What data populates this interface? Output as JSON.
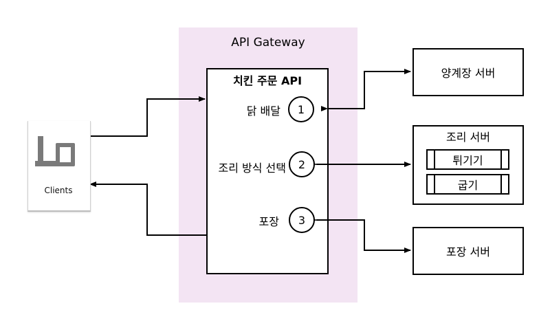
{
  "gateway": {
    "title": "API Gateway"
  },
  "api": {
    "title": "치킨 주문 API",
    "steps": [
      {
        "number": "1",
        "label": "닭 배달"
      },
      {
        "number": "2",
        "label": "조리 방식 선택"
      },
      {
        "number": "3",
        "label": "포장"
      }
    ]
  },
  "clients": {
    "label": "Clients"
  },
  "servers": {
    "farm": "양계장 서버",
    "cooking": {
      "title": "조리 서버",
      "methods": [
        "튀기기",
        "굽기"
      ]
    },
    "packaging": "포장 서버"
  },
  "colors": {
    "gateway_bg": "#f3e4f3",
    "line": "#000000"
  }
}
